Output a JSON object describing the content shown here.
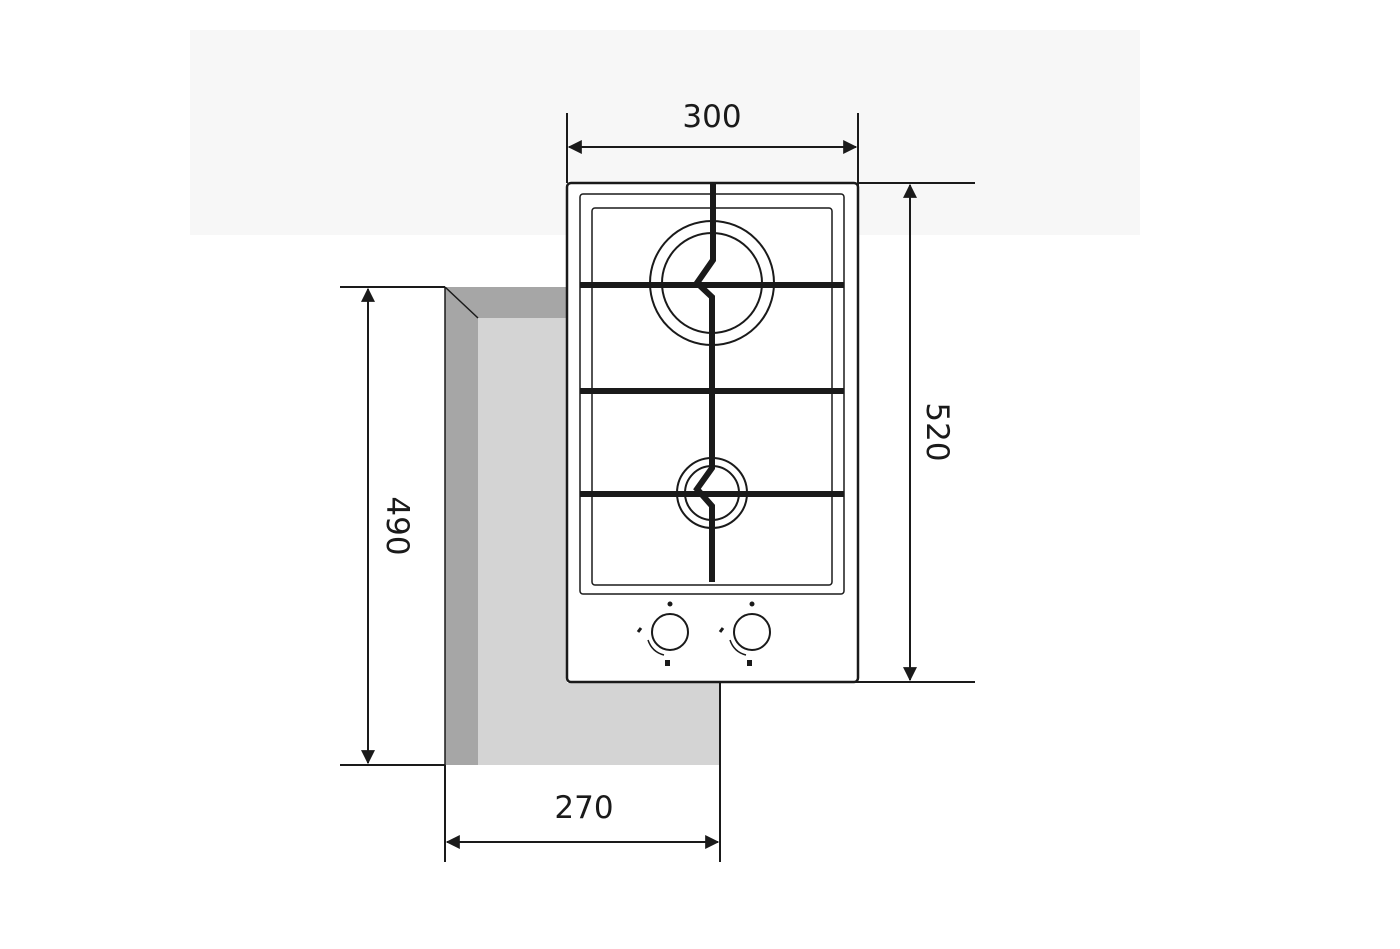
{
  "dimensions": {
    "hob_width": "300",
    "hob_depth": "520",
    "cutout_width": "270",
    "cutout_depth": "490"
  },
  "colors": {
    "line": "#1a1a1a",
    "cutout_fill": "#d4d4d4",
    "cutout_edge": "#a6a6a6",
    "top_band": "#f7f7f7"
  }
}
